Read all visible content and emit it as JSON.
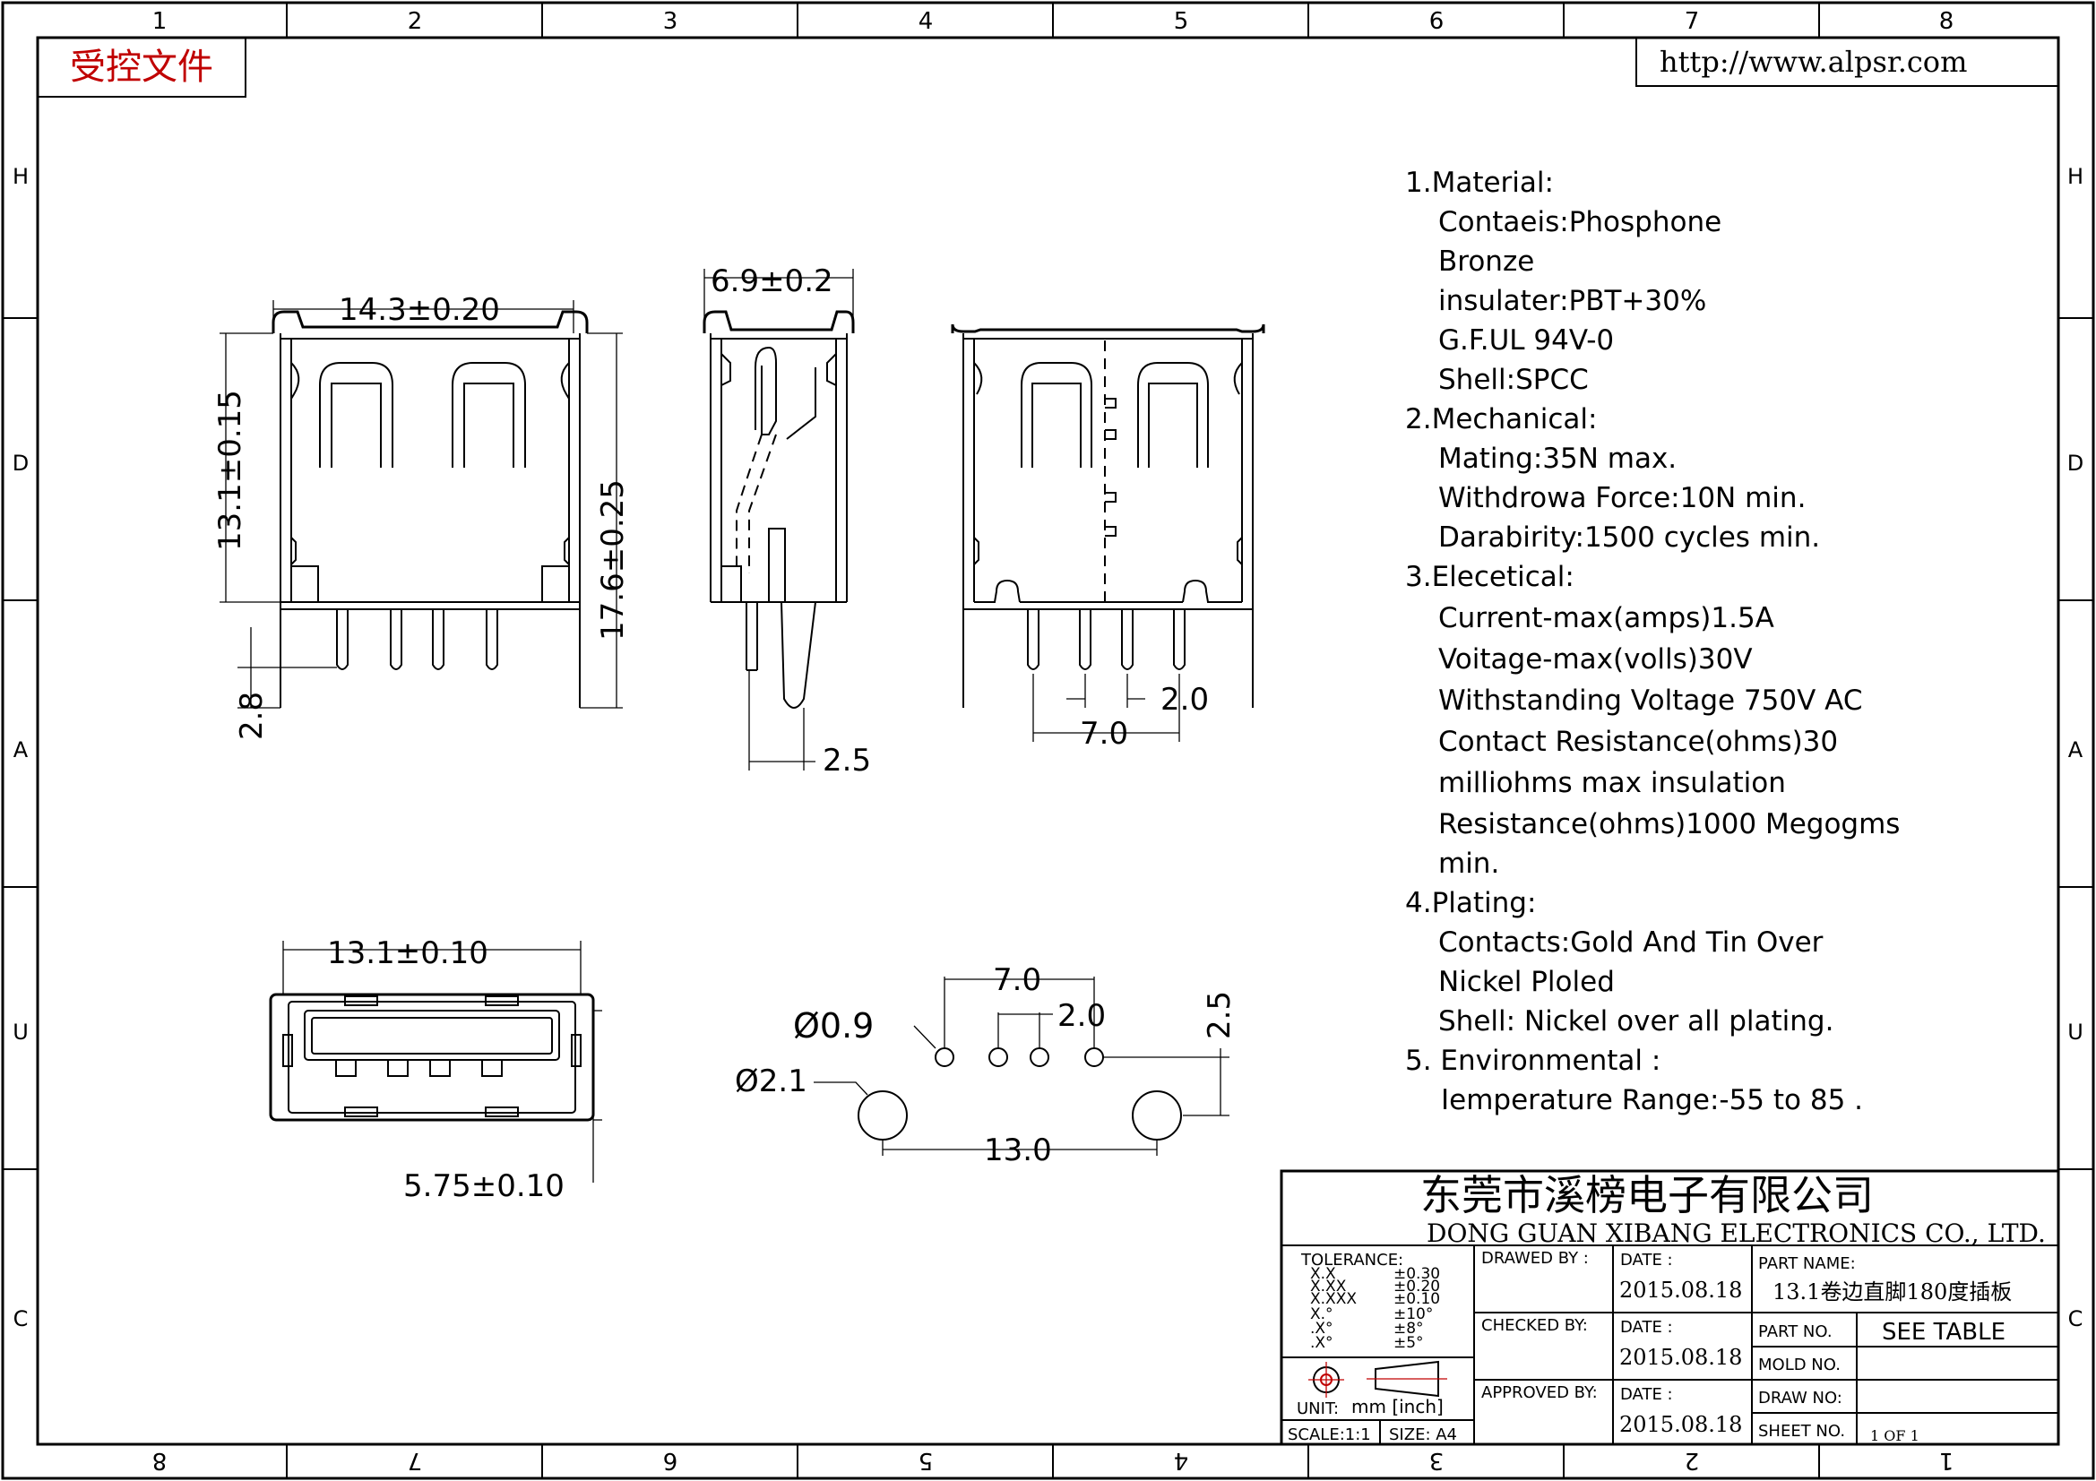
{
  "border": {
    "top_numbers": [
      "1",
      "2",
      "3",
      "4",
      "5",
      "6",
      "7",
      "8"
    ],
    "bottom_numbers": [
      "8",
      "7",
      "6",
      "5",
      "4",
      "3",
      "2",
      "1"
    ],
    "side_letters": [
      "H",
      "D",
      "A",
      "U",
      "C"
    ]
  },
  "stamp": "受控文件",
  "url": "http://www.alpsr.com",
  "dims": {
    "top_width": "14.3±0.20",
    "top_height_inner": "13.1±0.15",
    "top_height_total": "17.6±0.25",
    "top_pin": "2.8",
    "side_width": "6.9±0.2",
    "side_pin": "2.5",
    "back_pitch": "2.0",
    "back_span": "7.0",
    "front_width": "13.1±0.10",
    "front_height": "5.75±0.10",
    "pcb_pitch_wide": "7.0",
    "pcb_pitch": "2.0",
    "pcb_hole_small": "Ø0.9",
    "pcb_hole_large": "Ø2.1",
    "pcb_offset": "2.5",
    "pcb_span": "13.0"
  },
  "spec_lines": [
    "1.Material:",
    "Contaeis:Phosphone",
    "Bronze",
    "insulater:PBT+30%",
    "G.F.UL   94V-0",
    "Shell:SPCC",
    "2.Mechanical:",
    "Mating:35N max.",
    "Withdrowa Force:10N min.",
    "Darabirity:1500 cycles min.",
    "3.Elecetical:",
    "Current-max(amps)1.5A",
    "Voitage-max(volls)30V",
    "Withstanding Voltage 750V AC",
    "Contact Resistance(ohms)30",
    "milliohms max insulation",
    "Resistance(ohms)1000 Megogms",
    "min.",
    "4.Plating:",
    "Contacts:Gold And Tin Over",
    "Nickel Ploled",
    "Shell: Nickel over all plating.",
    "5. Environmental :",
    "Iemperature Range:-55  to 85    ."
  ],
  "title_block": {
    "company_cn": "东莞市溪榜电子有限公司",
    "company_en": "DONG GUAN XIBANG ELECTRONICS CO., LTD.",
    "tolerance_label": "TOLERANCE:",
    "tolerance_rows": [
      {
        "k": "X.X",
        "v": "±0.30"
      },
      {
        "k": "X.XX",
        "v": "±0.20"
      },
      {
        "k": "X.XXX",
        "v": "±0.10"
      },
      {
        "k": "X.°",
        "v": "±10°"
      },
      {
        "k": ".X°",
        "v": "±8°"
      },
      {
        "k": ".X°",
        "v": "±5°"
      }
    ],
    "unit_label": "UNIT:",
    "unit_value": "mm [inch]",
    "scale": "SCALE:1:1",
    "size": "SIZE: A4",
    "drawn_by": "DRAWED BY :",
    "checked_by": "CHECKED BY:",
    "approved_by": "APPROVED BY:",
    "date_label": "DATE :",
    "date1": "2015.08.18",
    "date2": "2015.08.18",
    "date3": "2015.08.18",
    "part_name_label": "PART NAME:",
    "part_name": "13.1卷边直脚180度插板",
    "part_no_label": "PART NO.",
    "part_no": "SEE TABLE",
    "mold_no_label": "MOLD NO.",
    "draw_no_label": "DRAW NO:",
    "sheet_no_label": "SHEET NO.",
    "sheet_no": "1 OF 1"
  }
}
